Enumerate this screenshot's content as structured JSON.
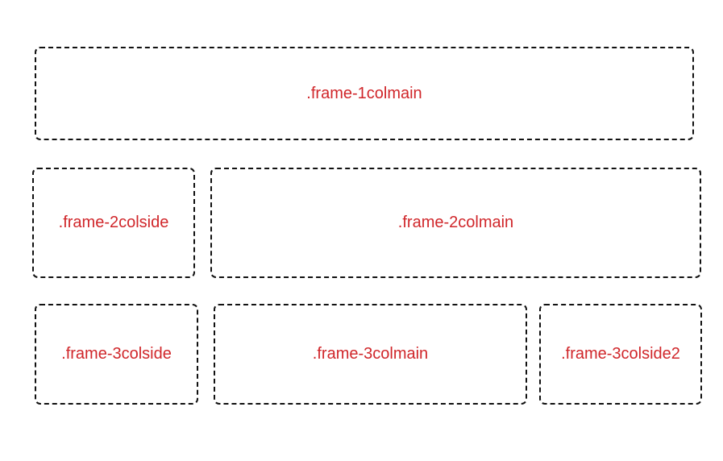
{
  "colors": {
    "label": "#d0262a",
    "border": "#111111",
    "background": "#ffffff"
  },
  "frames": {
    "one_col_main": ".frame-1colmain",
    "two_col_side": ".frame-2colside",
    "two_col_main": ".frame-2colmain",
    "three_col_side": ".frame-3colside",
    "three_col_main": ".frame-3colmain",
    "three_col_side2": ".frame-3colside2"
  }
}
